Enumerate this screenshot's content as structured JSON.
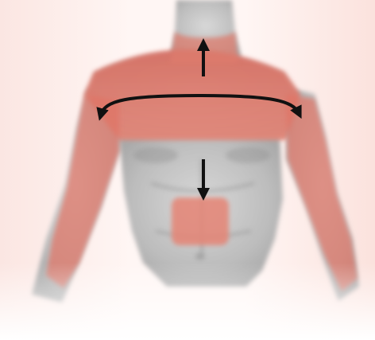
{
  "figure": {
    "subject": "",
    "arrows": [
      {
        "name": "arrow-up-to-neck",
        "direction": "up"
      },
      {
        "name": "arrow-across-shoulders-arms",
        "direction": "left-right"
      },
      {
        "name": "arrow-down-to-stomach",
        "direction": "down"
      }
    ],
    "colors": {
      "background": "#ffffff",
      "background_tint": "#f9dcd7",
      "pain_red": "#e07466",
      "pain_red_light": "#f0a59b",
      "skin_gray": "#c9c9c9",
      "skin_gray_dark": "#9a9a9a",
      "arrow": "#111111"
    }
  }
}
